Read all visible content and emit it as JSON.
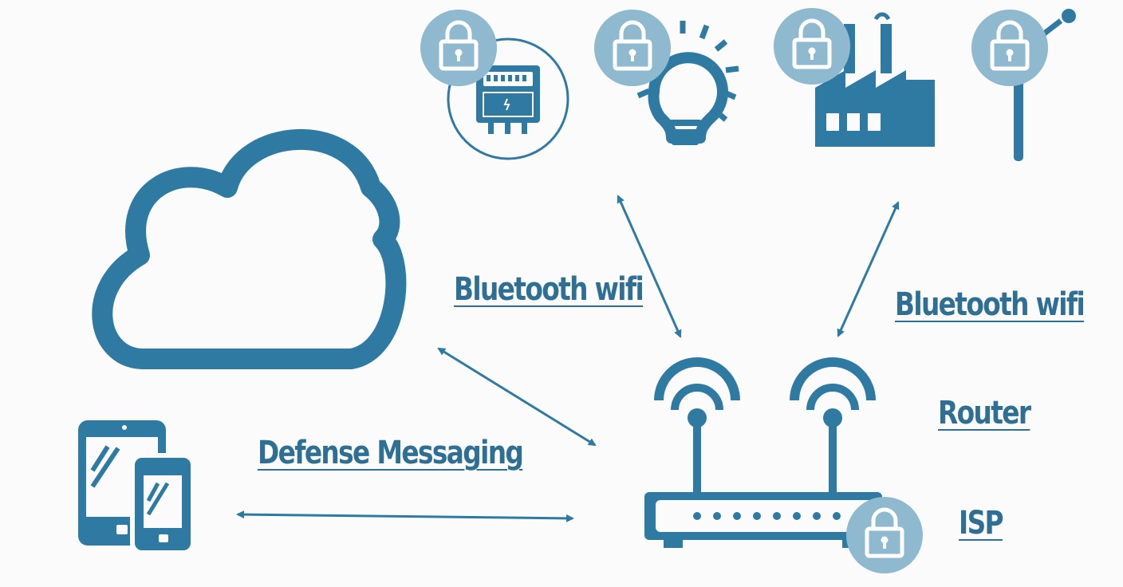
{
  "colors": {
    "primary": "#2f7aa3",
    "label": "#2f6f94",
    "lock_badge": "#8fb9cf",
    "background": "#fbfbfb"
  },
  "labels": {
    "bluetooth_wifi_left": "Bluetooth wifi",
    "bluetooth_wifi_right": "Bluetooth wifi",
    "router": "Router",
    "isp": "ISP",
    "defense_messaging": "Defense Messaging"
  },
  "icons": {
    "cloud": "cloud-icon",
    "devices": "tablet-and-phone-icon",
    "router": "wifi-router-icon",
    "smart_meter": "smart-meter-icon",
    "light_bulb": "light-bulb-icon",
    "factory": "factory-icon",
    "sensor": "sensor-probe-icon",
    "lock": "padlock-icon"
  }
}
